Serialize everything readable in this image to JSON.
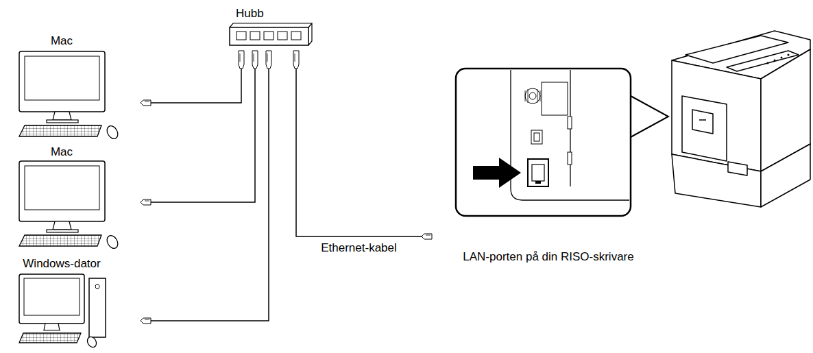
{
  "diagram": {
    "nodes": [
      {
        "text": [
          "Mac"
        ]
      },
      {
        "text": [
          "Hubb"
        ]
      },
      {
        "text": [
          "Mac"
        ]
      },
      {
        "text": [
          "Windows-dator"
        ]
      },
      {
        "text": [
          "LAN-porten på din RISO-skrivare"
        ]
      }
    ],
    "edges": [
      {
        "from": 1,
        "to": 0,
        "arrow": "none"
      },
      {
        "from": 1,
        "to": 2,
        "arrow": "none"
      },
      {
        "from": 1,
        "to": 3,
        "arrow": "none"
      },
      {
        "from": 1,
        "to": 4,
        "arrow": "none",
        "label": "Ethernet-kabel"
      }
    ]
  }
}
